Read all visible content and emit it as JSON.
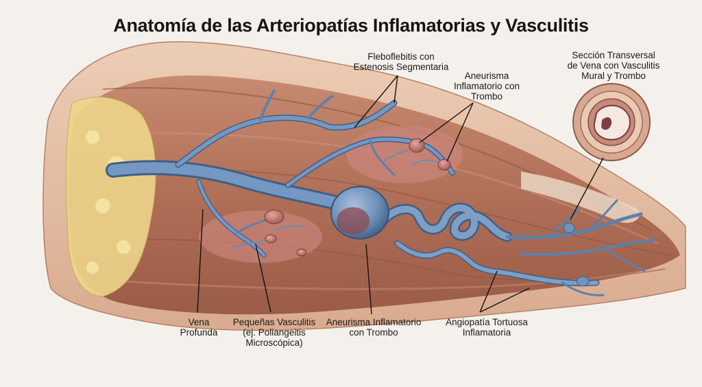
{
  "title": "Anatomía de las Arteriopatías Inflamatorias y Vasculitis",
  "labels": {
    "flebo": "Fleboflebitis con\nEstenosis Segmentaria",
    "aneurisma_top": "Aneurisma\nInflamatorio con\nTrombo",
    "seccion": "Sección Transversal\nde Vena con Vasculitis\nMural y Trombo",
    "vena_profunda": "Vena\nProfunda",
    "pequenas": "Pequeñas Vasculitis\n(ej. Poliangeitis\nMicroscópica)",
    "aneurisma_bottom": "Aneurisma Inflamatorio\ncon Trombo",
    "angiopatia": "Angiopatía Tortuosa\nInflamatoria"
  },
  "colors": {
    "skin": "#e2bfa5",
    "muscle": "#b97a62",
    "muscle_dark": "#8f5443",
    "fat": "#efd98c",
    "vein": "#6f93bd",
    "vein_dark": "#3f5f86",
    "inflamed": "#c9847b"
  }
}
